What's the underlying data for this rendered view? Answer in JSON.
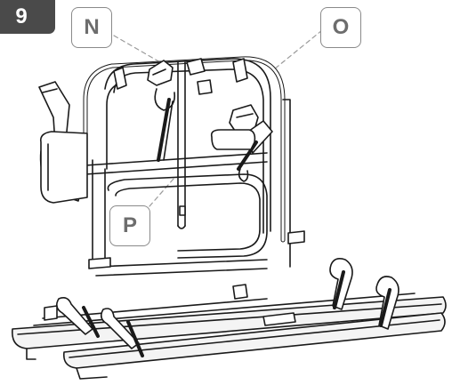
{
  "step": {
    "number": "9"
  },
  "callouts": {
    "n": {
      "label": "N"
    },
    "o": {
      "label": "O"
    },
    "p": {
      "label": "P"
    }
  },
  "colors": {
    "badge": "#4a4a4a",
    "line": "#1a1a1a",
    "callout_border": "#8a8a8a",
    "callout_text": "#6d6d6d",
    "rail_fill": "#f4f4f4"
  },
  "illustration": {
    "subject": "bicycle-carrier-rack"
  }
}
